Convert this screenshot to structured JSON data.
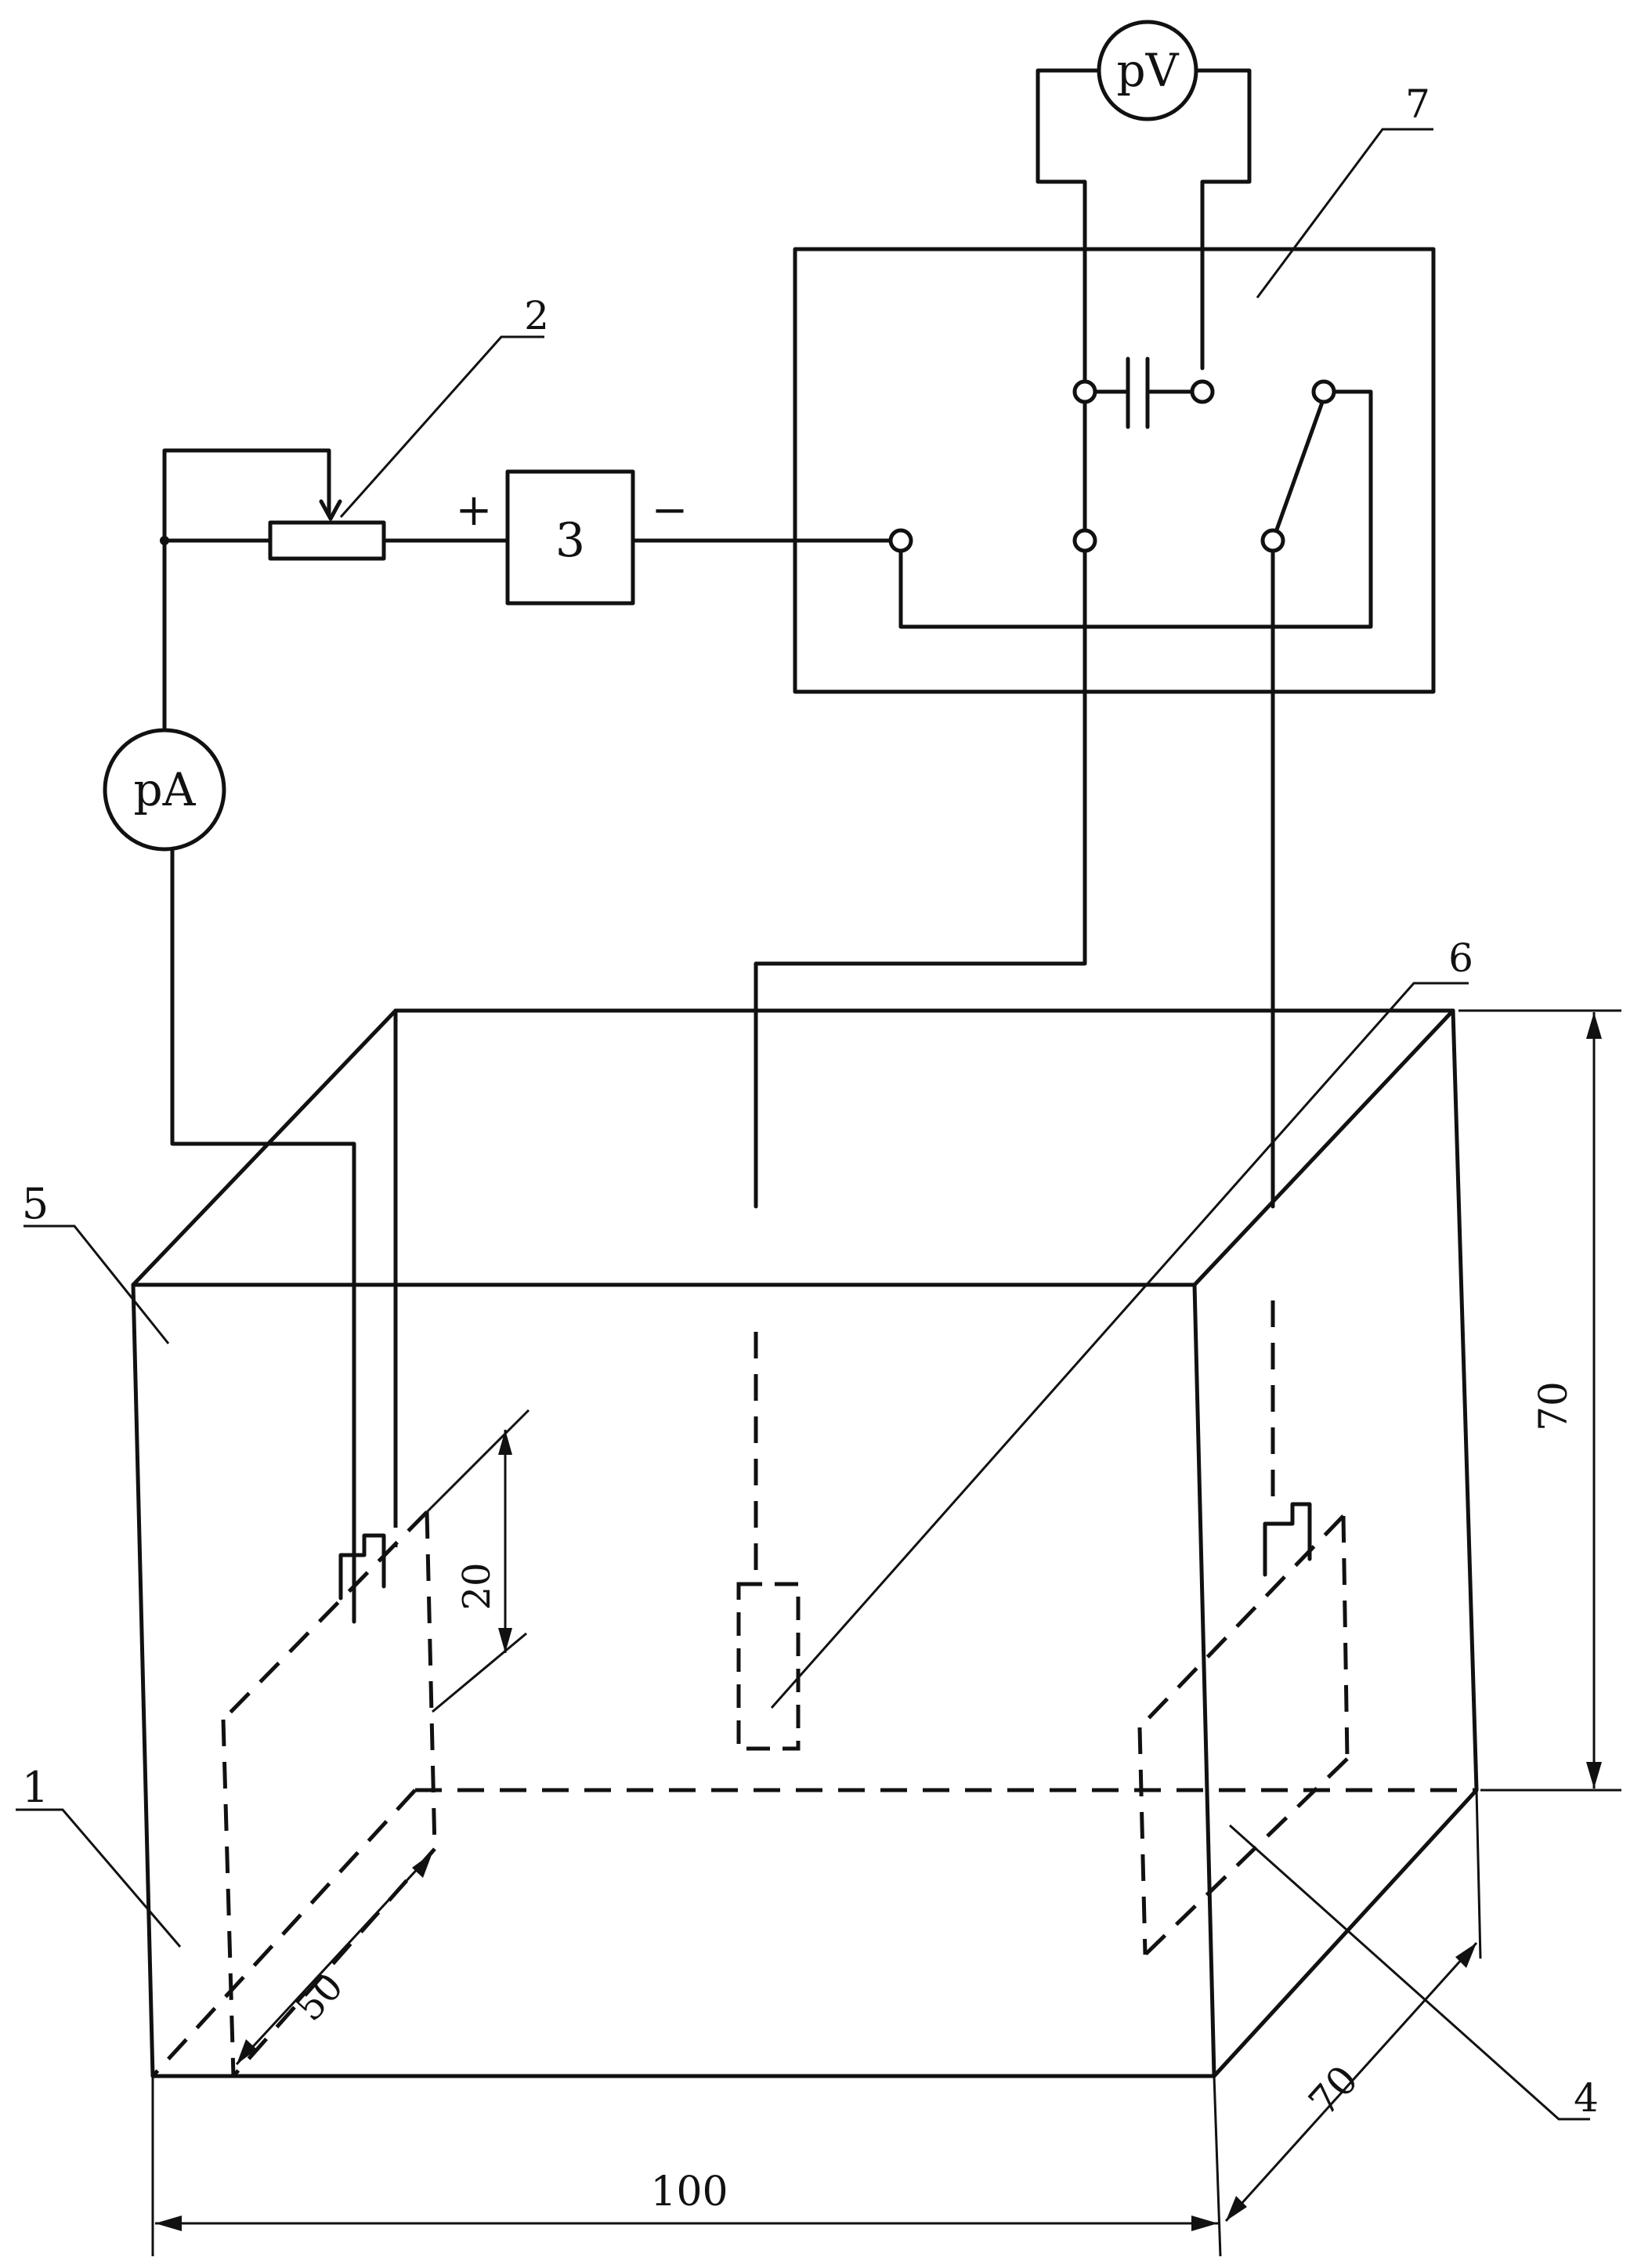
{
  "labels": {
    "box1": "1",
    "rheostat2": "2",
    "source3": "3",
    "electrode4": "4",
    "electrode5": "5",
    "electrode6": "6",
    "switchbox7": "7"
  },
  "instruments": {
    "voltmeter": "pV",
    "ammeter": "pA"
  },
  "polarity": {
    "plus": "+",
    "minus": "−"
  },
  "dimensions": {
    "length": "100",
    "width": "70",
    "height": "70",
    "electrode_height": "20",
    "electrode_width": "50"
  }
}
